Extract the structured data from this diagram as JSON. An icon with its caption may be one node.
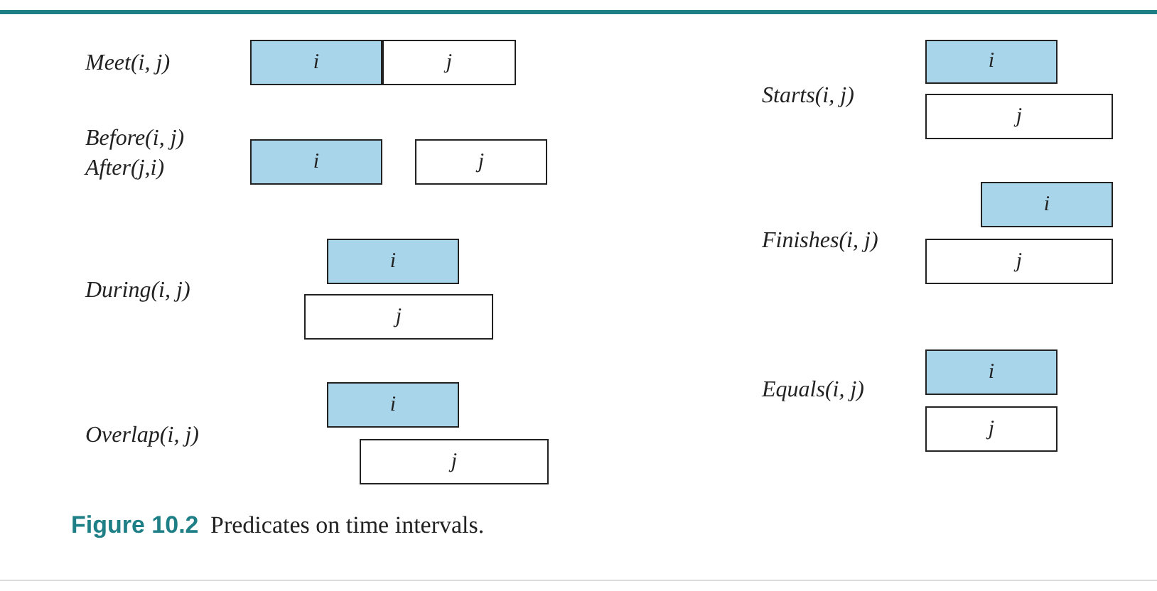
{
  "diagram": {
    "caption": "**Figure 10.2** Predicates on time intervals.",
    "nodes": [
      {
        "text": [
          "i"
        ]
      },
      {
        "text": [
          "j"
        ]
      },
      {
        "text": [
          "i"
        ]
      },
      {
        "text": [
          "j"
        ]
      },
      {
        "text": [
          "i"
        ]
      },
      {
        "text": [
          "j"
        ]
      },
      {
        "text": [
          "i"
        ]
      },
      {
        "text": [
          "j"
        ]
      },
      {
        "text": [
          "i"
        ]
      },
      {
        "text": [
          "j"
        ]
      },
      {
        "text": [
          "i"
        ]
      },
      {
        "text": [
          "j"
        ]
      },
      {
        "text": [
          "i"
        ]
      },
      {
        "text": [
          "j"
        ]
      }
    ],
    "labels": [
      "Meet(i, j)",
      "Before(i, j)",
      "After(j,i)",
      "During(i, j)",
      "Overlap(i, j)",
      "Starts(i, j)",
      "Finishes(i, j)",
      "Equals(i, j)"
    ]
  }
}
